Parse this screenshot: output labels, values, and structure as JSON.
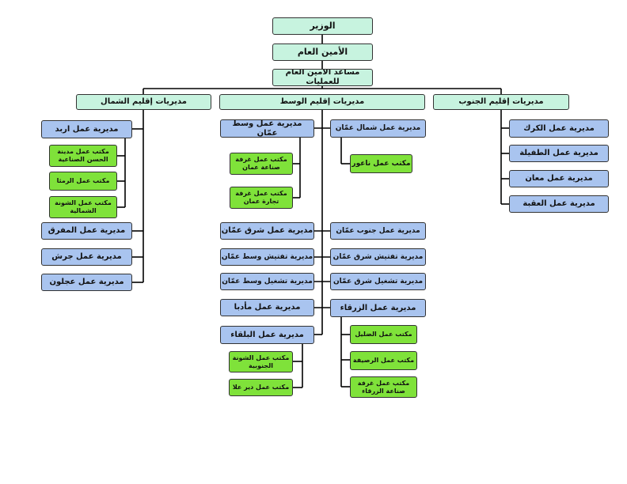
{
  "colors": {
    "top_level": "#c7f3df",
    "directorate": "#a9c4ef",
    "office": "#7fe23a",
    "connector": "#000000"
  },
  "top": {
    "minister": "الوزير",
    "secretary_general": "الأمين العام",
    "assistant_secretary": "مساعد الأمين العام للعمليات"
  },
  "regions": {
    "north": "مديريات إقليم الشمال",
    "center": "مديريات إقليم الوسط",
    "south": "مديريات إقليم الجنوب"
  },
  "north": {
    "irbid": "مديرية عمل اربد",
    "irbid_offices": [
      "مكتب عمل مدينة الحسن الصناعية",
      "مكتب عمل الرمثا",
      "مكتب عمل الشونة الشمالية"
    ],
    "directorates": [
      "مديرية عمل المفرق",
      "مديرية عمل جرش",
      "مديرية عمل عجلون"
    ]
  },
  "center": {
    "mid_amman": "مديرية عمل وسط عمّان",
    "mid_amman_offices": [
      "مكتب عمل غرفة صناعة عمان",
      "مكتب عمل غرفة تجارة عمان"
    ],
    "north_amman": "مديرية عمل شمال عمّان",
    "north_amman_office": "مكتب عمل ناعور",
    "left_column": [
      "مديرية عمل شرق عمّان",
      "مديرية تفتيش وسط عمّان",
      "مديرية تشغيل وسط عمّان",
      "مديرية عمل مأدبا"
    ],
    "right_column": [
      "مديرية عمل جنوب عمّان",
      "مديرية تفتيش شرق عمّان",
      "مديرية تشغيل شرق عمّان"
    ],
    "zarqa": "مديرية عمل الزرقاء",
    "zarqa_offices": [
      "مكتب عمل الضليل",
      "مكتب عمل الرصيفة",
      "مكتب عمل غرفة صناعة الزرقاء"
    ],
    "balqa": "مديرية عمل البلقاء",
    "balqa_offices": [
      "مكتب عمل الشونة الجنوبية",
      "مكتب عمل دير علا"
    ]
  },
  "south": {
    "directorates": [
      "مديرية عمل الكرك",
      "مديرية عمل الطفيلة",
      "مديرية عمل معان",
      "مديرية عمل العقبة"
    ]
  }
}
